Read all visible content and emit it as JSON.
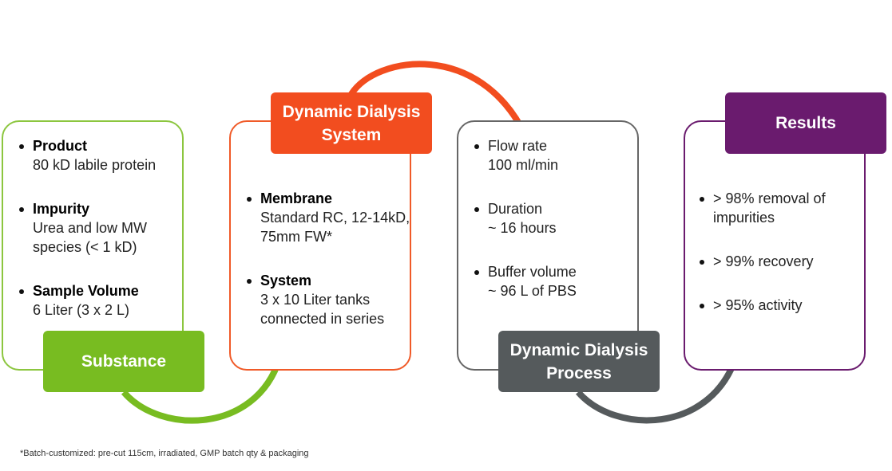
{
  "colors": {
    "green": "#78bc21",
    "orange": "#f24d1f",
    "gray": "#555a5c",
    "purple": "#6a1b6e"
  },
  "substance": {
    "label": "Substance",
    "items": [
      {
        "title": "Product",
        "text": "80 kD labile protein"
      },
      {
        "title": "Impurity",
        "text": "Urea and low MW species (< 1 kD)"
      },
      {
        "title": "Sample Volume",
        "text": "6 Liter (3 x 2 L)"
      }
    ]
  },
  "system": {
    "label": "Dynamic Dialysis System",
    "items": [
      {
        "title": "Membrane",
        "text": "Standard RC, 12-14kD, 75mm FW*"
      },
      {
        "title": "System",
        "text": "3 x 10 Liter tanks connected in series"
      }
    ]
  },
  "process": {
    "label": "Dynamic Dialysis Process",
    "items": [
      {
        "title": "Flow rate",
        "text": "100 ml/min"
      },
      {
        "title": "Duration",
        "text": "~ 16 hours"
      },
      {
        "title": "Buffer volume",
        "text": "~ 96 L of PBS"
      }
    ]
  },
  "results": {
    "label": "Results",
    "items": [
      "> 98% removal of impurities",
      "> 99% recovery",
      "> 95% activity"
    ]
  },
  "footnote": "*Batch-customized: pre-cut 115cm, irradiated, GMP batch qty & packaging"
}
